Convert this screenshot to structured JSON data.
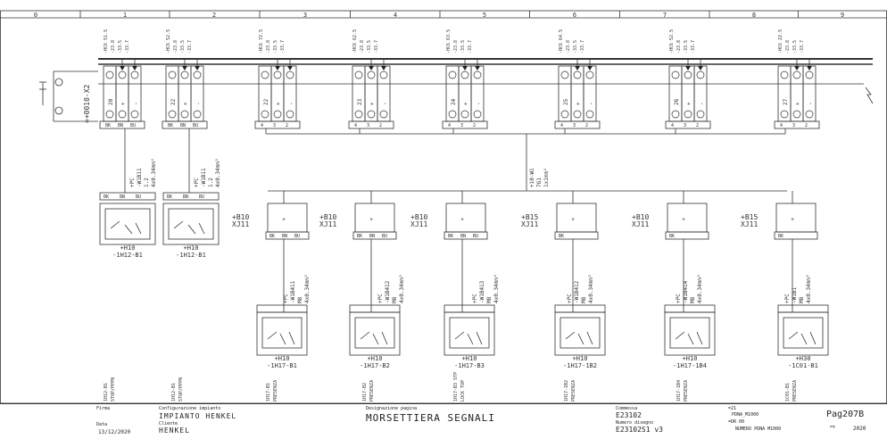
{
  "ruler": [
    "0",
    "1",
    "2",
    "3",
    "4",
    "5",
    "6",
    "7",
    "8",
    "9"
  ],
  "left_terminal": "=+0010-X2",
  "bus": [
    {
      "id": "bus-1",
      "header": [
        "-HC6 51.5",
        "-23.8",
        "-33.5",
        "-33.7"
      ],
      "terminal": "20",
      "pins": [
        "BK",
        "BN",
        "BU"
      ]
    },
    {
      "id": "bus-2",
      "header": [
        "-HC6 52.5",
        "-23.8",
        "-33.5",
        "-33.7"
      ],
      "terminal": "22",
      "pins": [
        "BK",
        "BN",
        "BU"
      ]
    },
    {
      "id": "bus-3",
      "header": [
        "-HC6 72.5",
        "-23.8",
        "-33.5",
        "-33.7"
      ],
      "terminal": "22",
      "pins": [
        "4",
        "3",
        "2"
      ]
    },
    {
      "id": "bus-4",
      "header": [
        "-HC6 62.5",
        "-23.8",
        "-33.5",
        "-33.7"
      ],
      "terminal": "23",
      "pins": [
        "4",
        "3",
        "2"
      ]
    },
    {
      "id": "bus-5",
      "header": [
        "-HC6 63.5",
        "-23.8",
        "-33.5",
        "-33.7"
      ],
      "terminal": "24",
      "pins": [
        "4",
        "3",
        "2"
      ]
    },
    {
      "id": "bus-6",
      "header": [
        "-HC6 64.5",
        "-23.8",
        "-33.5",
        "-33.7"
      ],
      "terminal": "25",
      "pins": [
        "4",
        "3",
        "2"
      ]
    },
    {
      "id": "bus-7",
      "header": [
        "-HC6 52.5",
        "-23.8",
        "-33.5",
        "-33.7"
      ],
      "terminal": "26",
      "pins": [
        "4",
        "3",
        "2"
      ]
    },
    {
      "id": "bus-8",
      "header": [
        "-HC6 22.5",
        "-23.8",
        "-33.5",
        "-33.7"
      ],
      "terminal": "27",
      "pins": [
        "4",
        "3",
        "2"
      ]
    }
  ],
  "trunk_cable": [
    "+10-W1",
    "7G1",
    "1x1mm²"
  ],
  "junctions": [
    {
      "id": "jb-1",
      "label": [
        "+B10",
        "XJ11"
      ],
      "pins": [
        "BK",
        "BN",
        "BU"
      ]
    },
    {
      "id": "jb-2",
      "label": [
        "+B10",
        "XJ11"
      ],
      "pins": [
        "BK",
        "BN",
        "BU"
      ]
    },
    {
      "id": "jb-3",
      "label": [
        "+B10",
        "XJ11"
      ],
      "pins": [
        "BK",
        "BN",
        "BU"
      ]
    },
    {
      "id": "jb-4",
      "label": [
        "+B15",
        "XJ11"
      ],
      "pins": [
        "BK"
      ]
    },
    {
      "id": "jb-5",
      "label": [
        "+B10",
        "XJ11"
      ],
      "pins": [
        "BK"
      ]
    },
    {
      "id": "jb-6",
      "label": [
        "+B15",
        "XJ11"
      ],
      "pins": [
        "BK"
      ]
    }
  ],
  "upper_cables": [
    {
      "id": "ucable-1",
      "lines": [
        "+PC",
        "-W1B11",
        "1.2",
        "4x0.34mm²"
      ]
    },
    {
      "id": "ucable-2",
      "lines": [
        "+PC",
        "-W1B11",
        "1.2",
        "4x0.34mm²"
      ]
    }
  ],
  "lower_cables": [
    {
      "id": "lcable-1",
      "lines": [
        "+PC",
        "-W1B411",
        "M8",
        "4x0.34mm²"
      ]
    },
    {
      "id": "lcable-2",
      "lines": [
        "+PC",
        "-W1B412",
        "M8",
        "4x0.34mm²"
      ]
    },
    {
      "id": "lcable-3",
      "lines": [
        "+PC",
        "-W1B413",
        "M8",
        "4x0.34mm²"
      ]
    },
    {
      "id": "lcable-4",
      "lines": [
        "+PC",
        "-W1B412",
        "M8",
        "4x0.34mm²"
      ]
    },
    {
      "id": "lcable-5",
      "lines": [
        "+PC",
        "-W1B414",
        "M8",
        "4x0.34mm²"
      ]
    },
    {
      "id": "lcable-6",
      "lines": [
        "+PC",
        "-W1B1",
        "M8",
        "4x0.34mm²"
      ]
    }
  ],
  "upper_devices": [
    {
      "id": "udev-1",
      "pins": [
        "BK",
        "BN",
        "BU"
      ],
      "label": [
        "+H10",
        "-1H12-B1"
      ]
    },
    {
      "id": "udev-2",
      "pins": [
        "BK",
        "BN",
        "BU"
      ],
      "label": [
        "+H10",
        "-1H12-B1"
      ]
    }
  ],
  "lower_devices": [
    {
      "id": "ldev-1",
      "label": [
        "+H10",
        "-1H17-B1"
      ]
    },
    {
      "id": "ldev-2",
      "label": [
        "+H10",
        "-1H17-B2"
      ]
    },
    {
      "id": "ldev-3",
      "label": [
        "+H10",
        "-1H17-B3"
      ]
    },
    {
      "id": "ldev-4",
      "label": [
        "+H10",
        "-1H17-1B2"
      ]
    },
    {
      "id": "ldev-5",
      "label": [
        "+H10",
        "-1H17-1B4"
      ]
    },
    {
      "id": "ldev-6",
      "label": [
        "+H30",
        "-1C01-B1"
      ]
    }
  ],
  "bottom_notes": [
    {
      "id": "note-1",
      "lines": [
        "1H12-B1",
        "STOP/PPPN"
      ]
    },
    {
      "id": "note-2",
      "lines": [
        "1H12-B1",
        "STOP/PPPN"
      ]
    },
    {
      "id": "note-3",
      "lines": [
        "1H17-B1",
        "PRESENZA"
      ]
    },
    {
      "id": "note-4",
      "lines": [
        "1H17-B2",
        "PRESENZA"
      ]
    },
    {
      "id": "note-5",
      "lines": [
        "1H17-B3 STP",
        "LOCK TOP"
      ]
    },
    {
      "id": "note-6",
      "lines": [
        "1H17-1B2",
        "PRESENZA"
      ]
    },
    {
      "id": "note-7",
      "lines": [
        "1H17-1B4",
        "PRESENZA"
      ]
    },
    {
      "id": "note-8",
      "lines": [
        "1C01-B1",
        "PRESENZA"
      ]
    }
  ],
  "title_block": {
    "firma_label": "Firma",
    "data_label": "Data",
    "data_value": "13/12/2020",
    "config_label": "Configurazione impianto",
    "config_value": "IMPIANTO HENKEL",
    "cliente_label": "Cliente",
    "cliente_value": "HENKEL",
    "designazione_label": "Designazione pagina",
    "designazione_value": "MORSETTIERA SEGNALI",
    "commessa_label": "Commessa",
    "commessa_value": "E23102",
    "disegno_label": "Numero disegno",
    "disegno_value": "E23102S1 v3",
    "right_top": [
      "=21",
      "PDNA_M1000",
      "=DR 00",
      "NUMERO PDNA M1000"
    ],
    "page_label": "Pag207B",
    "page_sub": "2020"
  }
}
